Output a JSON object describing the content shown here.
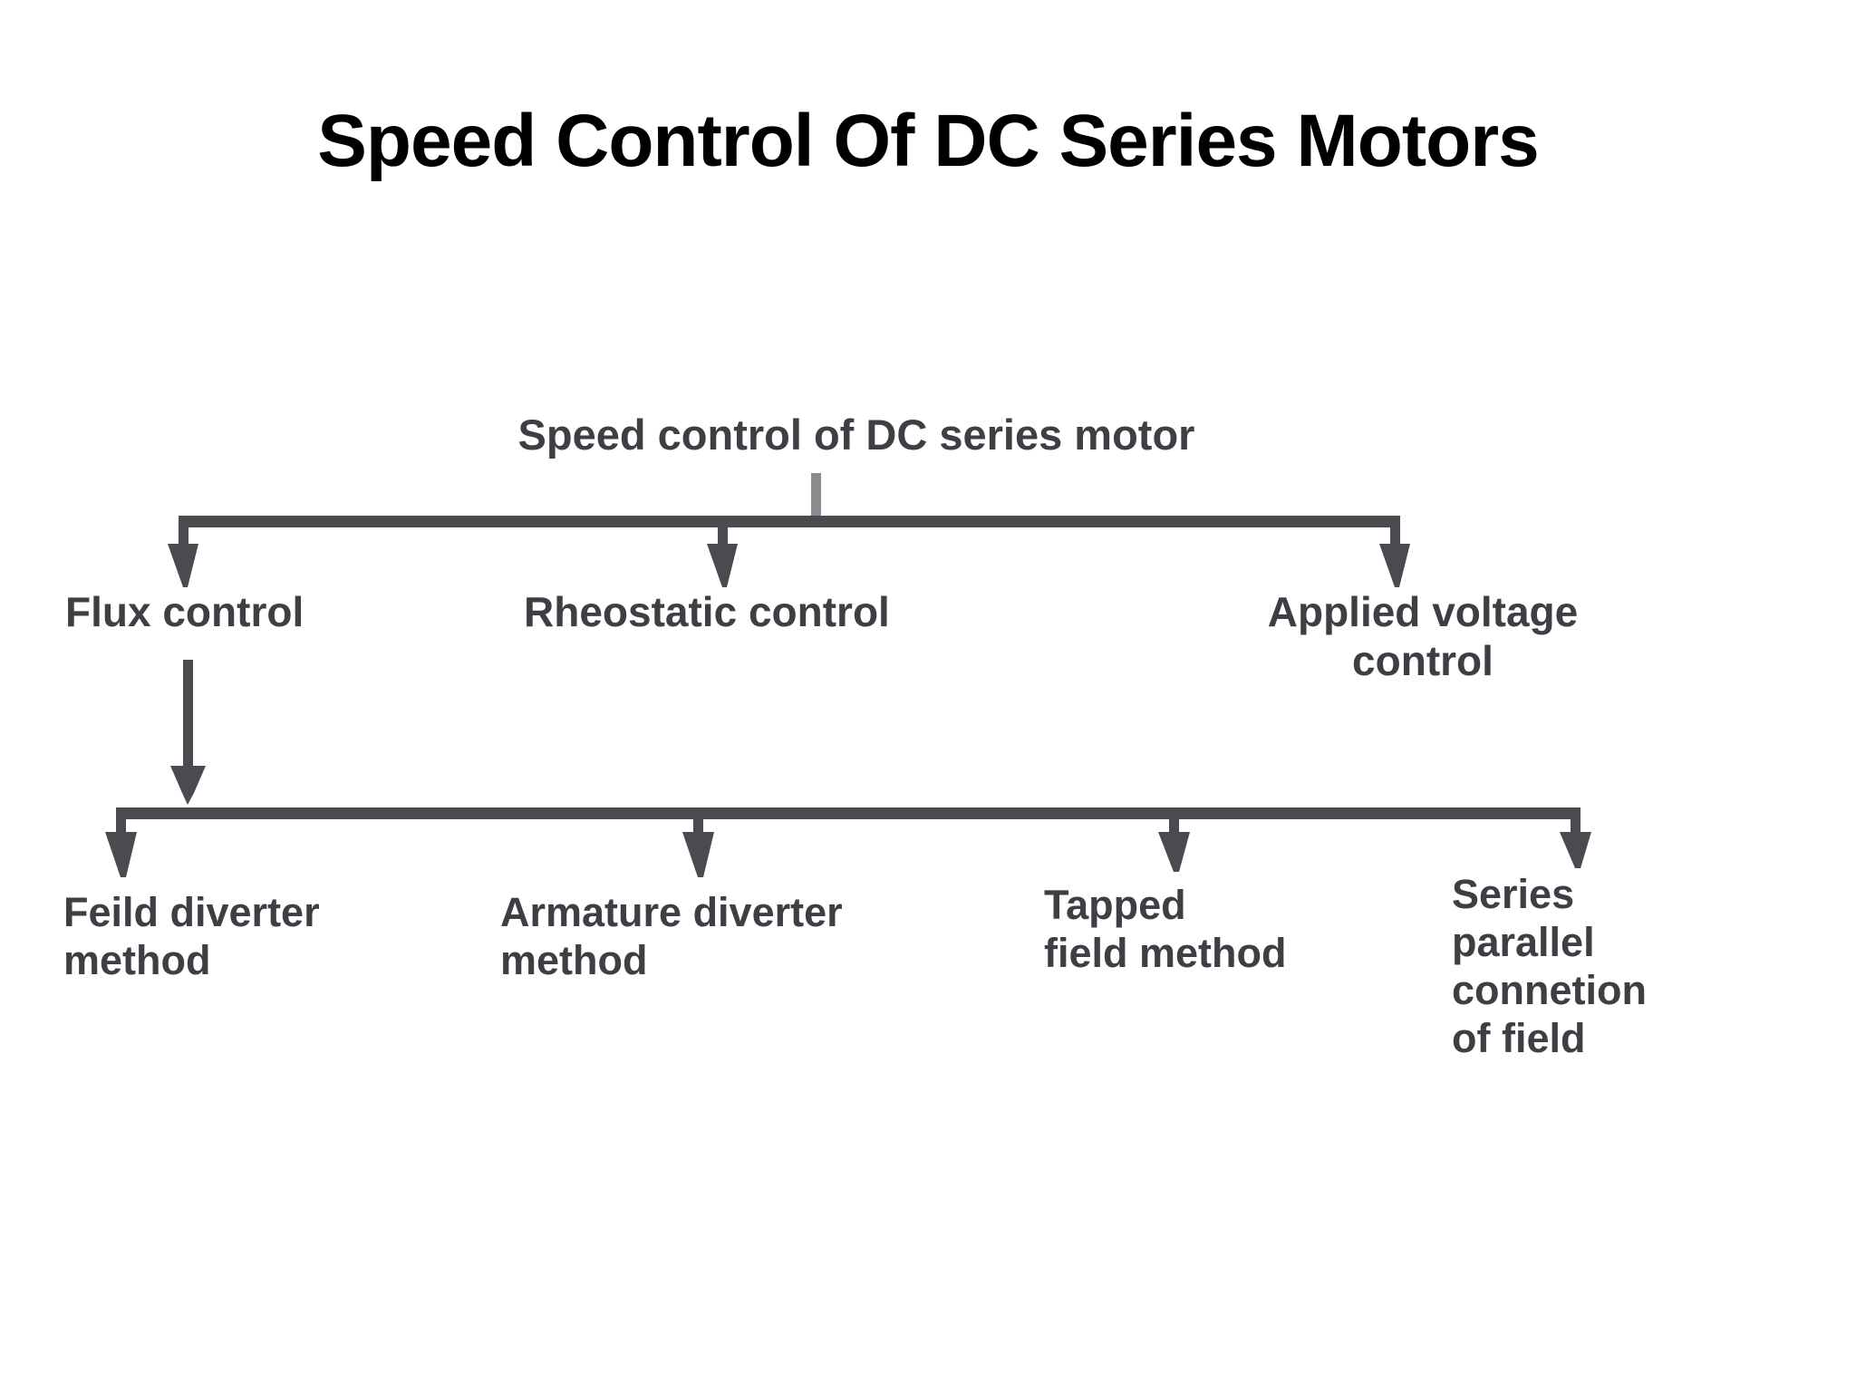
{
  "slide": {
    "title": "Speed Control Of DC Series Motors",
    "background_color": "#ffffff",
    "title_color": "#000000"
  },
  "diagram": {
    "type": "tree",
    "line_color": "#4a4a50",
    "stem_color": "#8c8c90",
    "node_text_color": "#3e3e44",
    "root": {
      "id": "root",
      "label": "Speed control of DC series motor"
    },
    "level1": [
      {
        "id": "flux",
        "label": "Flux control"
      },
      {
        "id": "rheostatic",
        "label": "Rheostatic control"
      },
      {
        "id": "applied",
        "label": "Applied voltage\ncontrol"
      }
    ],
    "level2_parent": "flux",
    "level2": [
      {
        "id": "feild",
        "label": "Feild diverter\nmethod"
      },
      {
        "id": "armature",
        "label": "Armature diverter\nmethod"
      },
      {
        "id": "tapped",
        "label": "Tapped\nfield method"
      },
      {
        "id": "seriesparallel",
        "label": "Series\nparallel\nconnetion\nof field"
      }
    ]
  }
}
